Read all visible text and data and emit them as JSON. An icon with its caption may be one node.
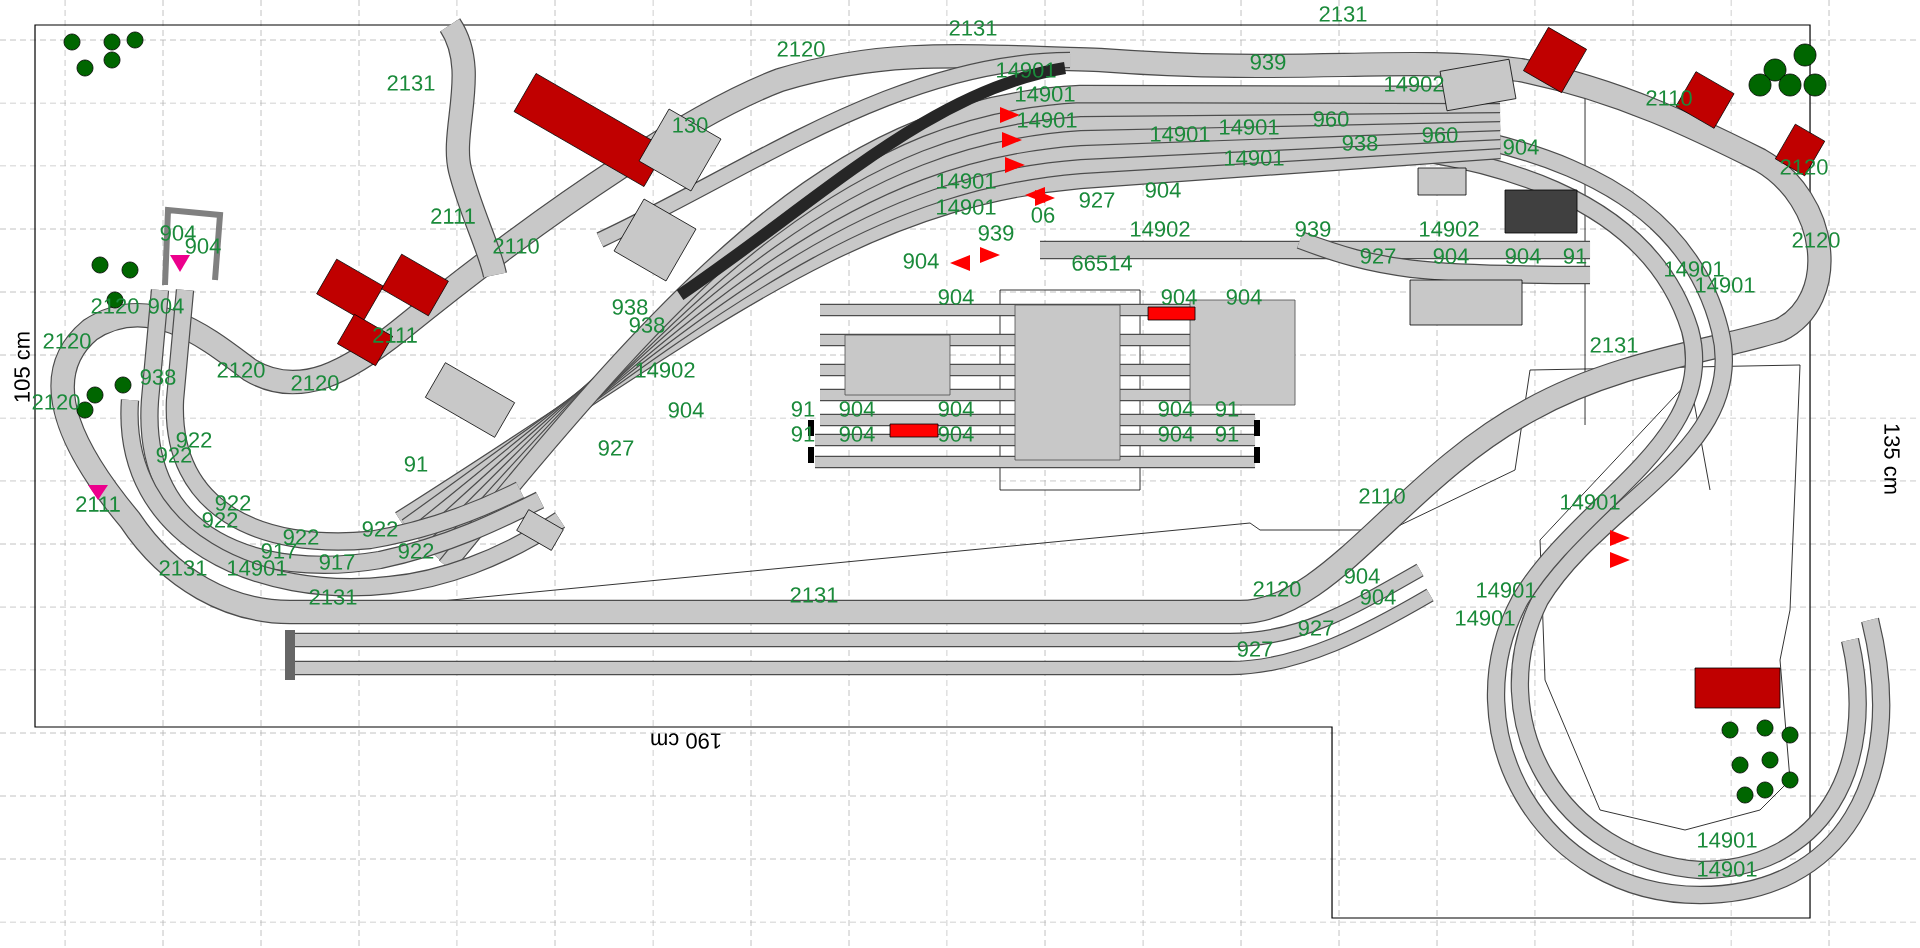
{
  "diagram": {
    "labels": [
      "2131",
      "2131",
      "2120",
      "939",
      "14901",
      "2131",
      "14902",
      "14901",
      "2110",
      "960",
      "14901",
      "130",
      "14901",
      "14901",
      "938",
      "960",
      "904",
      "14901",
      "2120",
      "14901",
      "904",
      "927",
      "14901",
      "06",
      "2111",
      "939",
      "14902",
      "939",
      "14902",
      "904",
      "2120",
      "2110",
      "904",
      "904",
      "66514",
      "927",
      "904",
      "904",
      "91",
      "14901",
      "14901",
      "904",
      "904",
      "904",
      "2120",
      "904",
      "938",
      "938",
      "2111",
      "2120",
      "2131",
      "14902",
      "2120",
      "938",
      "2120",
      "2120",
      "91",
      "904",
      "904",
      "904",
      "91",
      "904",
      "91",
      "904",
      "904",
      "904",
      "91",
      "922",
      "927",
      "922",
      "91",
      "2110",
      "14901",
      "922",
      "2111",
      "922",
      "922",
      "922",
      "917",
      "922",
      "917",
      "2131",
      "14901",
      "904",
      "2120",
      "14901",
      "2131",
      "2131",
      "904",
      "14901",
      "927",
      "927",
      "14901",
      "14901",
      "105 cm",
      "135 cm",
      "190 cm"
    ]
  }
}
